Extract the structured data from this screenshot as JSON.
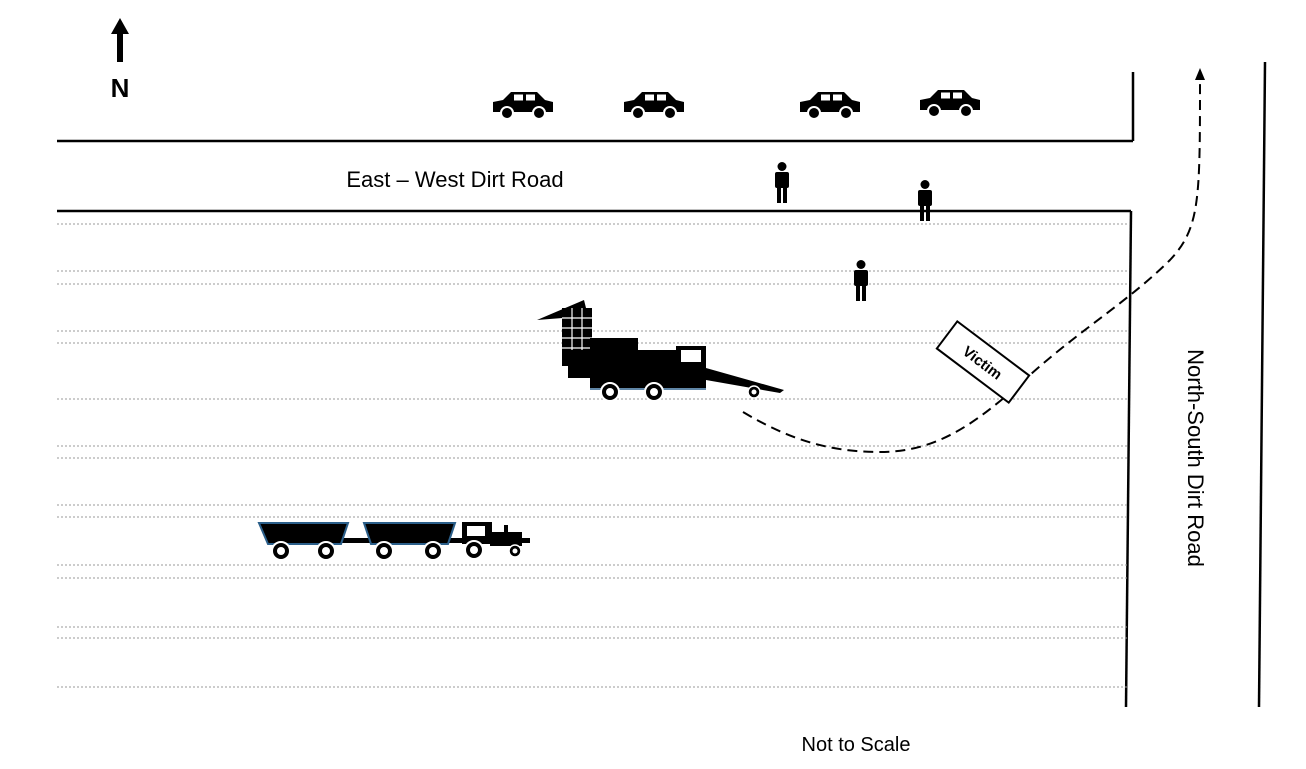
{
  "compass": {
    "label": "N"
  },
  "roads": {
    "east_west_label": "East – West Dirt Road",
    "north_south_label": "North-South Dirt Road"
  },
  "victim": {
    "label": "Victim"
  },
  "footer": {
    "scale_note": "Not to Scale"
  },
  "icons": {
    "car": "car-icon",
    "person": "person-icon",
    "harvester": "harvester-icon",
    "tractor": "tractor-icon",
    "wagon": "wagon-icon",
    "north_arrow": "north-arrow-icon"
  },
  "colors": {
    "ink": "#000000",
    "field_line": "#9a9a9a",
    "wagon_trim": "#2b5f8a"
  }
}
